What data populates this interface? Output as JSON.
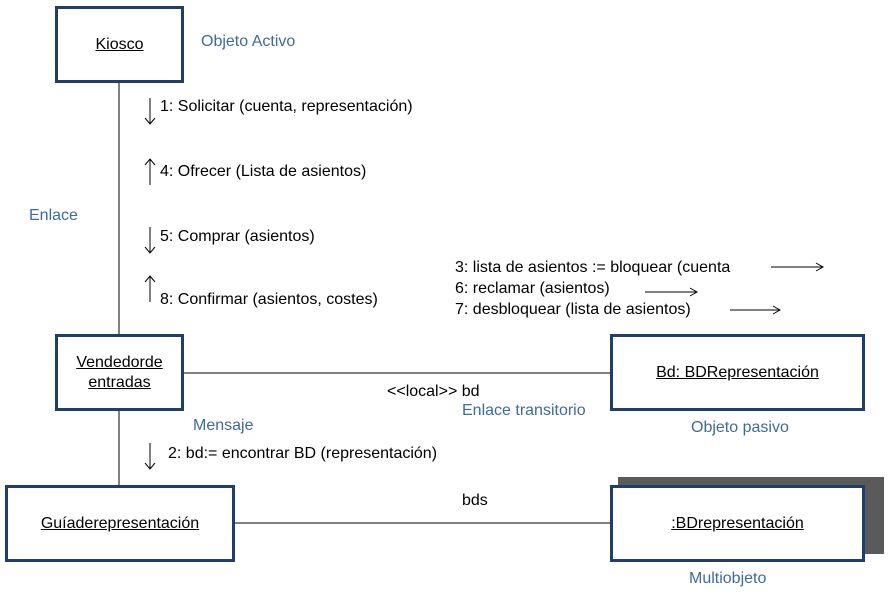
{
  "objects": {
    "kiosco": "Kiosco",
    "vendedor_line1": "Vendedorde",
    "vendedor_line2": "entradas",
    "guia": "Guíaderepresentación",
    "bd_representacion": "Bd: BDRepresentación",
    "bd_multi": ":BDrepresentación"
  },
  "messages": {
    "m1": "1: Solicitar (cuenta, representación)",
    "m4": "4: Ofrecer (Lista de asientos)",
    "m5": "5: Comprar (asientos)",
    "m8": "8: Confirmar (asientos, costes)",
    "m3": "3: lista de asientos := bloquear (cuenta",
    "m6": "6: reclamar (asientos)",
    "m7": "7: desbloquear (lista de asientos)",
    "m2": "2: bd:= encontrar BD (representación)"
  },
  "link_labels": {
    "local_bd": "<<local>> bd",
    "bds": "bds"
  },
  "annotations": {
    "objeto_activo": "Objeto Activo",
    "enlace": "Enlace",
    "mensaje": "Mensaje",
    "enlace_transitorio": "Enlace transitorio",
    "objeto_pasivo": "Objeto pasivo",
    "multiobjeto": "Multiobjeto"
  },
  "colors": {
    "box_border": "#1f3f69",
    "annotation_text": "#3f6a9c",
    "multiobject_shadow": "#5a5a5a"
  }
}
